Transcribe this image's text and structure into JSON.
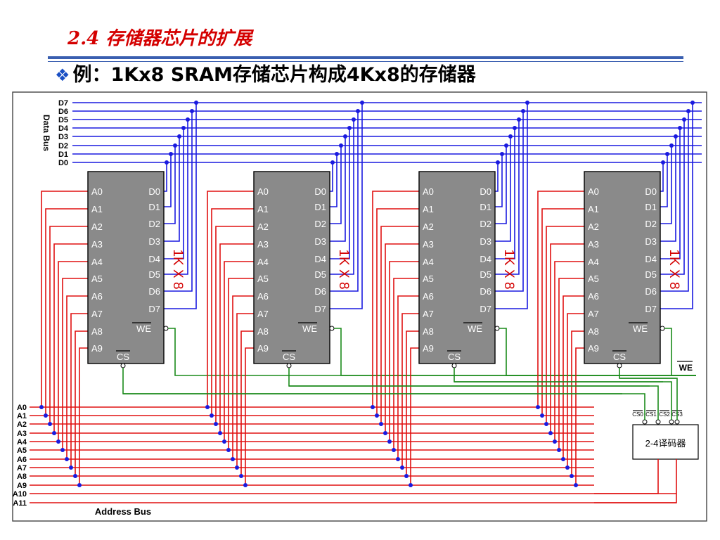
{
  "slide": {
    "title": "2.4 存储器芯片的扩展",
    "example_bullet": "❖",
    "example_text": "例：1Kx8 SRAM存储芯片构成4Kx8的存储器"
  },
  "diagram": {
    "data_bus_label": "Data  Bus",
    "address_bus_label": "Address  Bus",
    "data_lines": [
      "D7",
      "D6",
      "D5",
      "D4",
      "D3",
      "D2",
      "D1",
      "D0"
    ],
    "address_lines": [
      "A0",
      "A1",
      "A2",
      "A3",
      "A4",
      "A5",
      "A6",
      "A7",
      "A8",
      "A9",
      "A10",
      "A11"
    ],
    "chip": {
      "left_pins": [
        "A0",
        "A1",
        "A2",
        "A3",
        "A4",
        "A5",
        "A6",
        "A7",
        "A8",
        "A9"
      ],
      "right_pins": [
        "D0",
        "D1",
        "D2",
        "D3",
        "D4",
        "D5",
        "D6",
        "D7"
      ],
      "we_pin": "WE",
      "cs_pin": "CS",
      "capacity_label": "1K X 8"
    },
    "chip_count": 4,
    "we_label": "WE",
    "decoder": {
      "label": "2-4译码器",
      "outputs": [
        "CS0",
        "CS1",
        "CS2",
        "CS3"
      ]
    }
  },
  "colors": {
    "data_wire": "#1a1adf",
    "address_wire": "#e01010",
    "control_wire": "#1a8a1a",
    "chip_fill": "#8a8a8a",
    "title": "#d40000",
    "rule": "#3a5fb0"
  }
}
